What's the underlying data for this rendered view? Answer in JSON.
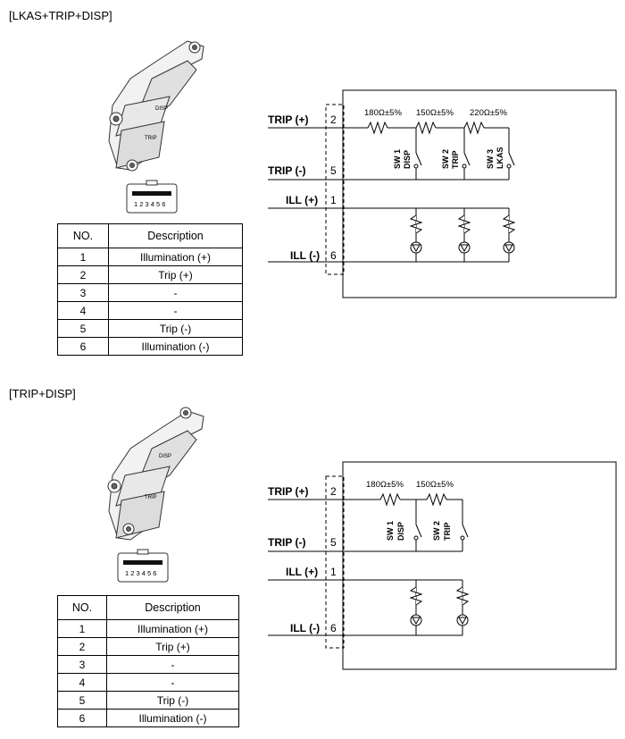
{
  "sections": [
    {
      "title": "[LKAS+TRIP+DISP]",
      "table": {
        "headers": [
          "NO.",
          "Description"
        ],
        "rows": [
          [
            "1",
            "Illumination (+)"
          ],
          [
            "2",
            "Trip (+)"
          ],
          [
            "3",
            "-"
          ],
          [
            "4",
            "-"
          ],
          [
            "5",
            "Trip (-)"
          ],
          [
            "6",
            "Illumination (-)"
          ]
        ]
      },
      "connector_pins": "1 2 3 4 5 6",
      "part_labels": {
        "disp": "DISP",
        "trip": "TRIP"
      },
      "circuit": {
        "terminals": [
          {
            "name": "TRIP (+)",
            "pin": "2"
          },
          {
            "name": "TRIP (-)",
            "pin": "5"
          },
          {
            "name": "ILL (+)",
            "pin": "1"
          },
          {
            "name": "ILL (-)",
            "pin": "6"
          }
        ],
        "resistors": [
          "180Ω±5%",
          "150Ω±5%",
          "220Ω±5%"
        ],
        "switches": [
          {
            "id": "SW 1",
            "name": "DISP"
          },
          {
            "id": "SW 2",
            "name": "TRIP"
          },
          {
            "id": "SW 3",
            "name": "LKAS"
          }
        ]
      }
    },
    {
      "title": "[TRIP+DISP]",
      "table": {
        "headers": [
          "NO.",
          "Description"
        ],
        "rows": [
          [
            "1",
            "Illumination (+)"
          ],
          [
            "2",
            "Trip (+)"
          ],
          [
            "3",
            "-"
          ],
          [
            "4",
            "-"
          ],
          [
            "5",
            "Trip (-)"
          ],
          [
            "6",
            "Illumination (-)"
          ]
        ]
      },
      "connector_pins": "1 2 3 4 5 6",
      "part_labels": {
        "disp": "DISP",
        "trip": "TRIP"
      },
      "circuit": {
        "terminals": [
          {
            "name": "TRIP (+)",
            "pin": "2"
          },
          {
            "name": "TRIP (-)",
            "pin": "5"
          },
          {
            "name": "ILL (+)",
            "pin": "1"
          },
          {
            "name": "ILL (-)",
            "pin": "6"
          }
        ],
        "resistors": [
          "180Ω±5%",
          "150Ω±5%"
        ],
        "switches": [
          {
            "id": "SW 1",
            "name": "DISP"
          },
          {
            "id": "SW 2",
            "name": "TRIP"
          }
        ]
      }
    }
  ]
}
